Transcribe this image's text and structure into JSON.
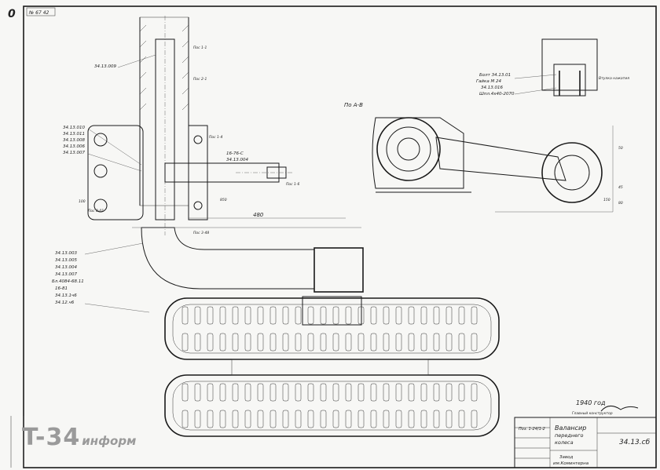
{
  "sheet": {
    "corner_letter": "0",
    "stamp_number": "№ 67 42"
  },
  "front_view": {
    "labels_left": [
      "34.13.010",
      "34.13.011",
      "34.13.008",
      "34.13.006",
      "34.13.007"
    ],
    "labels_left_lower": [
      "34.13.003",
      "34.13.005",
      "34.13.004",
      "34.13.007",
      "Бл.4084-68.11",
      "16-81",
      "34.13.1ч6",
      "34.12.ч6"
    ],
    "label_top": "34.13.009",
    "label_right_upper": [
      "16-76-С",
      "34.13.004"
    ],
    "small_notes": [
      "Пос 1-1",
      "Пос 2-1",
      "Пос 1-4",
      "Пос 1-6",
      "Пос 0-01"
    ],
    "dims": [
      "480",
      "850",
      "100",
      "Пос 3-48"
    ]
  },
  "section_view": {
    "title": "По А-В",
    "labels": [
      "Болт 34.13.01",
      "Гайка M 24",
      "34.13.016",
      "Шпл.4x40-2070"
    ],
    "note": "Втулка нажатия",
    "dims": [
      "50",
      "45",
      "150",
      "80"
    ]
  },
  "title_block": {
    "year_note": "1940 год",
    "part_name_line1": "Валансир",
    "part_name_line2": "переднего",
    "part_name_line3": "колеса",
    "drawing_number": "34.13.сб",
    "works": "Завод",
    "works_line2": "им.Коминтерна",
    "signature_note": "Главный конструктор",
    "left_stamp": "Поз. 1-24/1-2"
  },
  "watermark": {
    "main": "T-34",
    "sub": "информ"
  }
}
